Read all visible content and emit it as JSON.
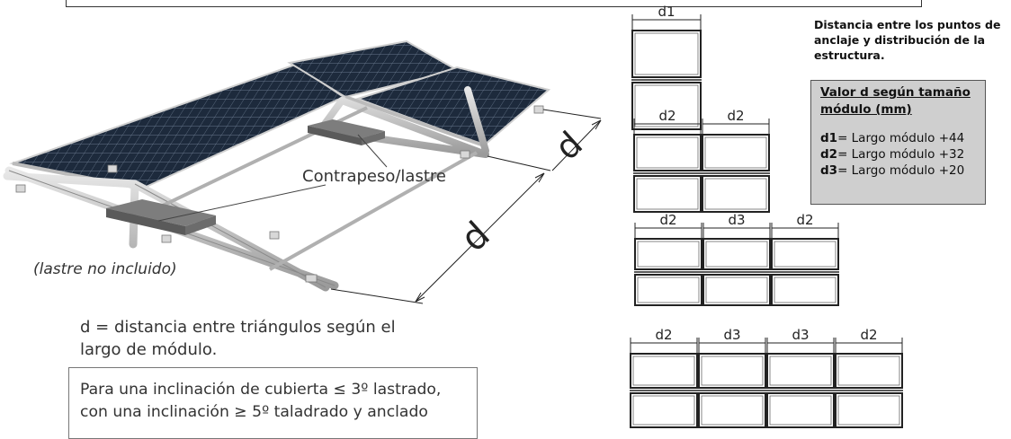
{
  "labels": {
    "weight": "Contrapeso/lastre",
    "ballast_note": "(lastre no incluido)",
    "d_symbol": "d"
  },
  "caption": {
    "line1": "d = distancia entre triángulos según el",
    "line2": "largo de módulo."
  },
  "note": {
    "line1": "Para una inclinación de cubierta ≤ 3º lastrado,",
    "line2": "con una inclinación ≥ 5º taladrado y anclado"
  },
  "distances": {
    "heading": "Distancia entre los puntos de anclaje y distribución de la estructura.",
    "box_title": "Valor d según tamaño módulo (mm)",
    "d1_key": "d1",
    "d1_text": "= Largo módulo +44",
    "d2_key": "d2",
    "d2_text": "= Largo módulo +32",
    "d3_key": "d3",
    "d3_text": "= Largo módulo +20"
  },
  "layouts": [
    {
      "dims": [
        "d1"
      ]
    },
    {
      "dims": [
        "d2",
        "d2"
      ]
    },
    {
      "dims": [
        "d2",
        "d3",
        "d2"
      ]
    },
    {
      "dims": [
        "d2",
        "d3",
        "d3",
        "d2"
      ]
    }
  ]
}
